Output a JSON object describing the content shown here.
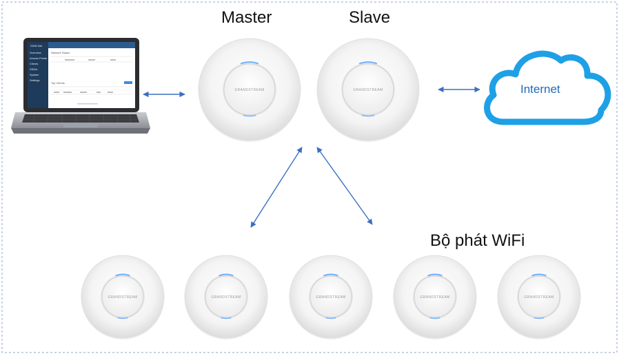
{
  "labels": {
    "master": "Master",
    "slave": "Slave",
    "wifi": "Bộ phát WiFi",
    "internet": "Internet"
  },
  "device_brand": "GRANDSTREAM",
  "laptop_screen": {
    "app_title": "GWN Net",
    "sidebar_items": [
      "Overview",
      "Access Points",
      "Clients",
      "SSIDs",
      "System",
      "Settings"
    ],
    "section_a": "Network Status",
    "section_b": "Top Clients"
  },
  "colors": {
    "arrow": "#3b6fc0",
    "cloud": "#1ea0e6",
    "border": "#8ea6c8",
    "led": "#5fa7ff"
  }
}
